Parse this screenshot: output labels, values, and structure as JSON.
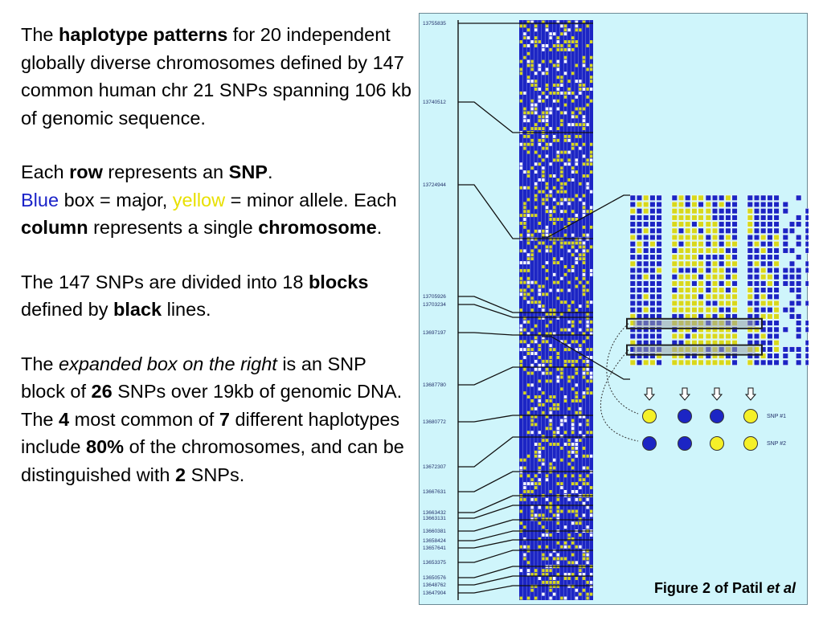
{
  "text": {
    "p1": {
      "a": "The ",
      "b": "haplotype patterns",
      "c": " for 20 independent globally diverse chromosomes defined by 147 common human chr 21 SNPs spanning 106 kb of genomic sequence."
    },
    "p2": {
      "a": "Each ",
      "b": "row",
      "c": " represents an ",
      "d": "SNP",
      "e": ".",
      "f": "Blue",
      "g": " box = major, ",
      "h": "yellow",
      "i": " = minor allele. Each ",
      "j": "column",
      "k": " represents a single ",
      "l": "chromosome",
      "m": "."
    },
    "p3": {
      "a": "The 147 SNPs are divided into 18 ",
      "b": "blocks",
      "c": " defined by ",
      "d": "black",
      "e": " lines."
    },
    "p4": {
      "a": "The ",
      "b": "expanded box on the right",
      "c": " is an SNP block of ",
      "d": "26",
      "e": " SNPs over 19kb of genomic DNA. The ",
      "f": "4",
      "g": " most common of ",
      "h": "7",
      "i": " different haplotypes include ",
      "j": "80%",
      "k": " of the chromosomes, and can be distinguished with ",
      "l": "2",
      "m": " SNPs."
    }
  },
  "figure": {
    "caption_main": "Figure 2 of Patil ",
    "caption_italic": "et al",
    "positions": [
      "13755835",
      "13740512",
      "13724944",
      "13705926",
      "13703234",
      "13697197",
      "13687780",
      "13680772",
      "13672307",
      "13667631",
      "13663432",
      "13663131",
      "13660381",
      "13658424",
      "13657641",
      "13653375",
      "13650576",
      "13648762",
      "13647904"
    ],
    "snp_labels": [
      "SNP #1",
      "SNP #2"
    ],
    "snp1_alleles": [
      "yellow",
      "blue",
      "blue",
      "yellow"
    ],
    "snp2_alleles": [
      "blue",
      "blue",
      "yellow",
      "yellow"
    ],
    "colors": {
      "major": "#1c25c4",
      "minor": "#d8d81c",
      "background": "#cff5fb"
    }
  }
}
